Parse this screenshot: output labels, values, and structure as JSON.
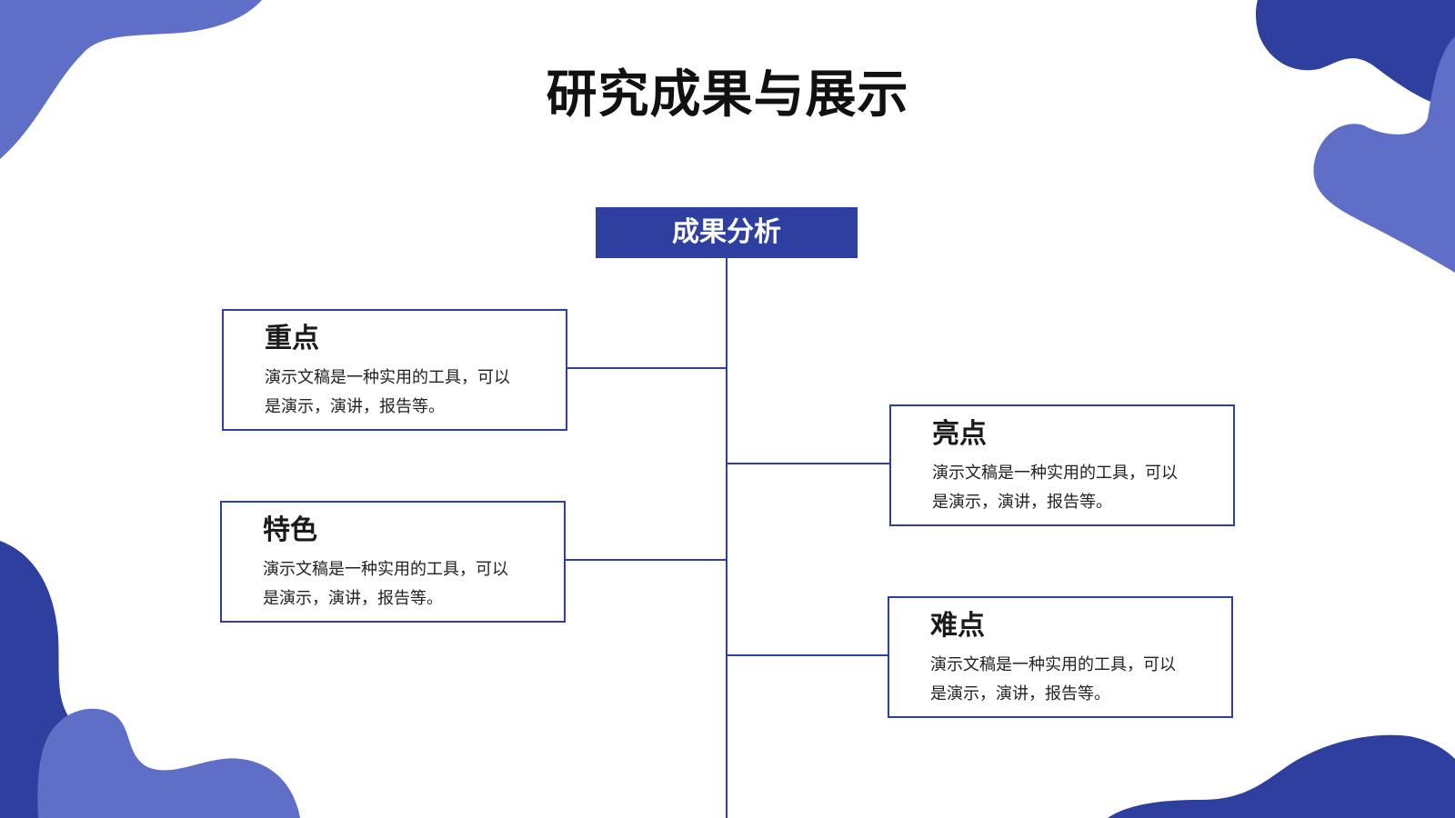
{
  "title": "研究成果与展示",
  "hub": {
    "label": "成果分析"
  },
  "branches": [
    {
      "title": "重点",
      "body": "演示文稿是一种实用的工具，可以是演示，演讲，报告等。"
    },
    {
      "title": "特色",
      "body": "演示文稿是一种实用的工具，可以是演示，演讲，报告等。"
    },
    {
      "title": "亮点",
      "body": "演示文稿是一种实用的工具，可以是演示，演讲，报告等。"
    },
    {
      "title": "难点",
      "body": "演示文稿是一种实用的工具，可以是演示，演讲，报告等。"
    }
  ],
  "colors": {
    "accent": "#2f3fa0",
    "blob_light": "#5f6fc8",
    "blob_dark": "#2f3fa0",
    "text": "#111111"
  }
}
